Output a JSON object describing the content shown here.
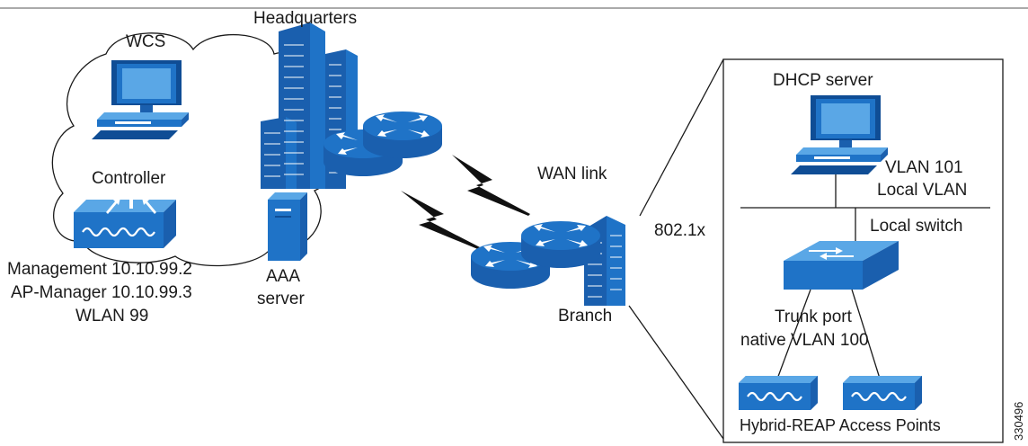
{
  "labels": {
    "wcs": "WCS",
    "headquarters": "Headquarters",
    "controller": "Controller",
    "management": "Management 10.10.99.2",
    "ap_manager": "AP-Manager 10.10.99.3",
    "wlan": "WLAN 99",
    "aaa_line1": "AAA",
    "aaa_line2": "server",
    "wan_link": "WAN link",
    "dot1x": "802.1x",
    "branch": "Branch",
    "dhcp_server": "DHCP server",
    "vlan101": "VLAN 101",
    "local_vlan": "Local VLAN",
    "local_switch": "Local switch",
    "trunk_port": "Trunk port",
    "native_vlan": "native VLAN 100",
    "hreap_aps": "Hybrid-REAP Access Points",
    "figure_id": "330496"
  },
  "icons": {
    "wcs": "computer-icon",
    "headquarters": "building-icon",
    "controller": "wireless-controller-icon",
    "aaa": "server-tower-icon",
    "router": "router-icon",
    "wan": "lightning-link-icon",
    "branch_building": "building-icon",
    "dhcp": "computer-icon",
    "switch": "switch-icon",
    "access_point": "access-point-icon"
  },
  "colors": {
    "primary_blue": "#1f73c7",
    "dark_blue": "#1a5fae",
    "light_blue": "#5aa7e6",
    "line": "#1a1a1a"
  }
}
